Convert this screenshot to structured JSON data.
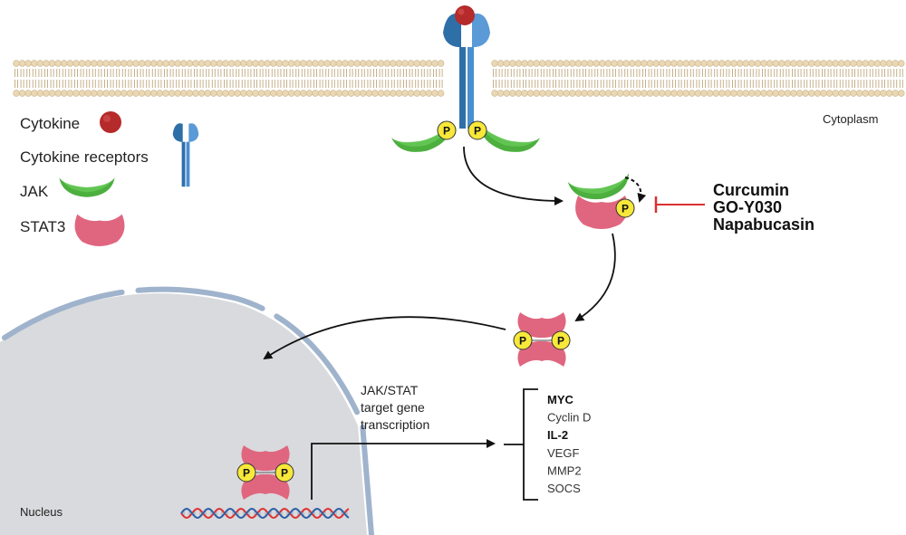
{
  "legend": {
    "cytokine": "Cytokine",
    "receptors": "Cytokine receptors",
    "jak": "JAK",
    "stat3": "STAT3"
  },
  "compartments": {
    "cytoplasm": "Cytoplasm",
    "nucleus": "Nucleus"
  },
  "phospho_label": "P",
  "inhibitors": [
    "Curcumin",
    "GO-Y030",
    "Napabucasin"
  ],
  "transcription_label": [
    "JAK/STAT",
    "target gene",
    "transcription"
  ],
  "target_genes": [
    {
      "name": "MYC",
      "bold": true
    },
    {
      "name": "Cyclin D",
      "bold": false
    },
    {
      "name": "IL-2",
      "bold": true
    },
    {
      "name": "VEGF",
      "bold": false
    },
    {
      "name": "MMP2",
      "bold": false
    },
    {
      "name": "SOCS",
      "bold": false
    }
  ],
  "colors": {
    "cytokine": "#b52a2a",
    "receptor": "#3b84c3",
    "jak": "#4caf3e",
    "stat3": "#e0667f",
    "phospho": "#f7e83a",
    "nucleus": "#d9dadd",
    "inhibition": "#d93030"
  }
}
